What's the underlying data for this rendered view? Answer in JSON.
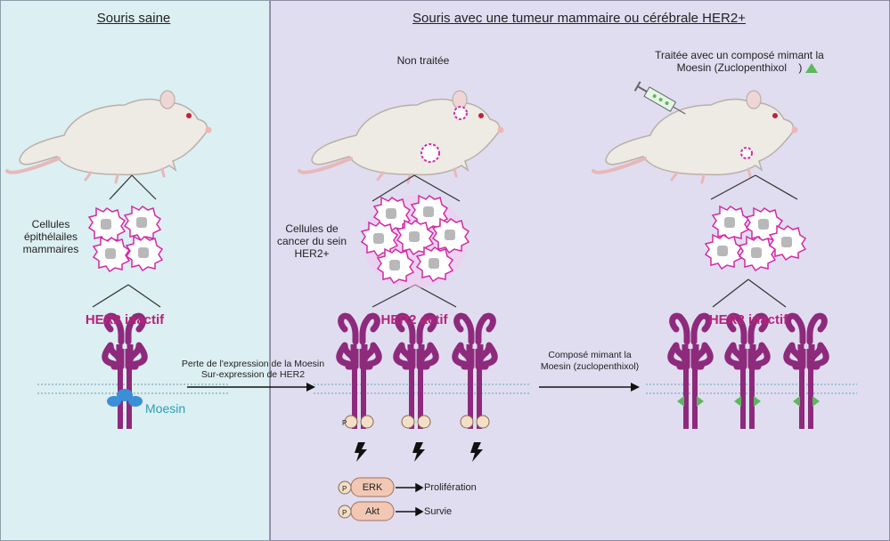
{
  "left": {
    "title": "Souris saine",
    "cells_label": "Cellules\népithélailes\nmammaires",
    "her2_label": "HER2 inactif",
    "moesin_label": "Moesin"
  },
  "right": {
    "title": "Souris avec une tumeur mammaire ou cérébrale HER2+",
    "untreated_label": "Non traitée",
    "treated_label": "Traitée avec un composé mimant la\nMoesin (Zuclopenthixol    )",
    "cells_label": "Cellules de\ncancer du sein\nHER2+",
    "her2_active_label": "HER2 actif",
    "her2_inactive_label": "HER2 inactif"
  },
  "arrows": {
    "loss_label": "Perte de l'expression de la  Moesin\nSur-expression de HER2",
    "compound_label": "Composé mimant la\nMoesin (zuclopenthixol)"
  },
  "signaling": {
    "phospho": "P",
    "erk": "ERK",
    "erk_outcome": "Prolifération",
    "akt": "Akt",
    "akt_outcome": "Survie"
  },
  "colors": {
    "left_bg": "#dceff2",
    "right_bg": "#e0ddf0",
    "receptor": "#8e2a7c",
    "her2_text": "#b8237a",
    "moesin": "#3a8fd6",
    "mimic": "#5cb85c",
    "tumor_edge": "#d22aa8"
  }
}
